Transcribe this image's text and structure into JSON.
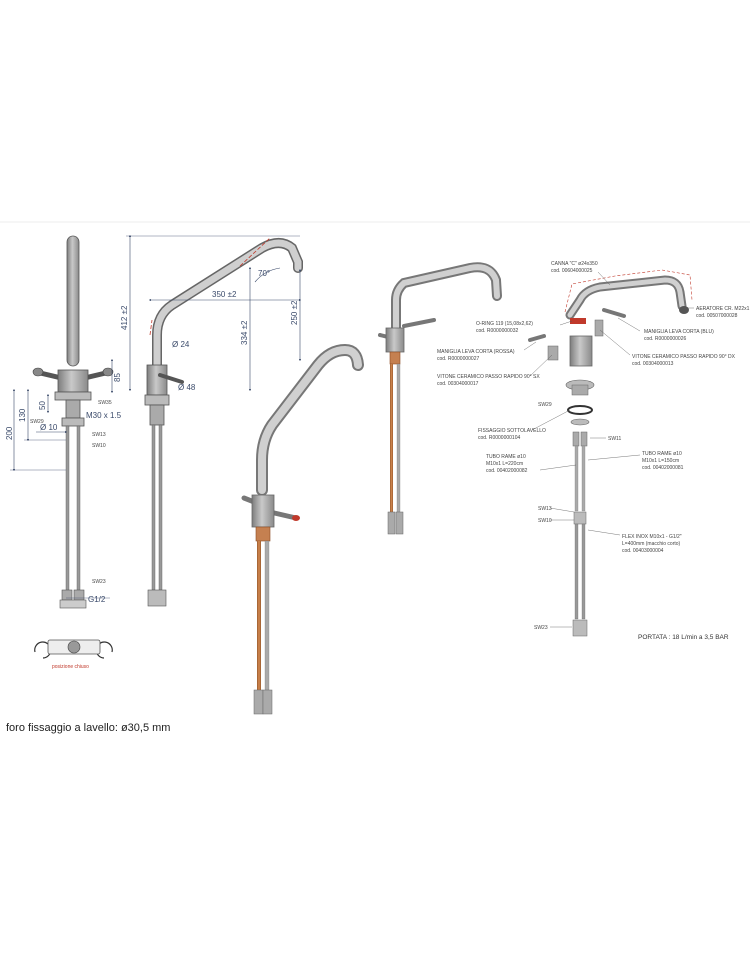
{
  "dimensions": {
    "h412": "412 ±2",
    "w350": "350 ±2",
    "h334": "334 ±2",
    "h250": "250 ±2",
    "angle": "70°",
    "d24": "Ø 24",
    "d48": "Ø 48",
    "h85": "85",
    "h50": "50",
    "h130": "130",
    "h200": "200",
    "thread_m30": "M30 x 1.5",
    "d10": "Ø 10",
    "thread_g12": "G1/2"
  },
  "wrench_sizes": {
    "sw35": "SW35",
    "sw29": "SW29",
    "sw13": "SW13",
    "sw10": "SW10",
    "sw23": "SW23",
    "sw11": "SW11"
  },
  "closed_position": "posizione chiuso",
  "hole_note": "foro fissaggio a lavello: ø30,5 mm",
  "flow_rate": "PORTATA : 18 L/min a 3,5 BAR",
  "parts": [
    {
      "name": "CANNA \"C\" ø24x350",
      "code": "cod. 00604000025"
    },
    {
      "name": "AERATORE CR. M22x1",
      "code": "cod. 00507000028"
    },
    {
      "name": "O-RING 119 (15,08x2,62)",
      "code": "cod. R0000000032"
    },
    {
      "name": "MANIGLIA LEVA CORTA (BLU)",
      "code": "cod. R0000000026"
    },
    {
      "name": "MANIGLIA LEVA CORTA (ROSSA)",
      "code": "cod. R0000000027"
    },
    {
      "name": "VITONE CERAMICO PASSO RAPIDO 90° DX",
      "code": "cod. 00304000013"
    },
    {
      "name": "VITONE CERAMICO PASSO RAPIDO 90° SX",
      "code": "cod. 00304000017"
    },
    {
      "name": "FISSAGGIO SOTTOLAVELLO",
      "code": "cod. R0000000104"
    },
    {
      "name": "TUBO RAME ø10",
      "sub": "M10x1 L=150cm",
      "code": "cod. 00402000081"
    },
    {
      "name": "TUBO RAME ø10",
      "sub": "M10x1 L=220cm",
      "code": "cod. 00402000082"
    },
    {
      "name": "FLEX INOX M10x1 - G1/2\"",
      "sub": "L=400mm (macchio corto)",
      "code": "cod. 00403000004"
    }
  ]
}
